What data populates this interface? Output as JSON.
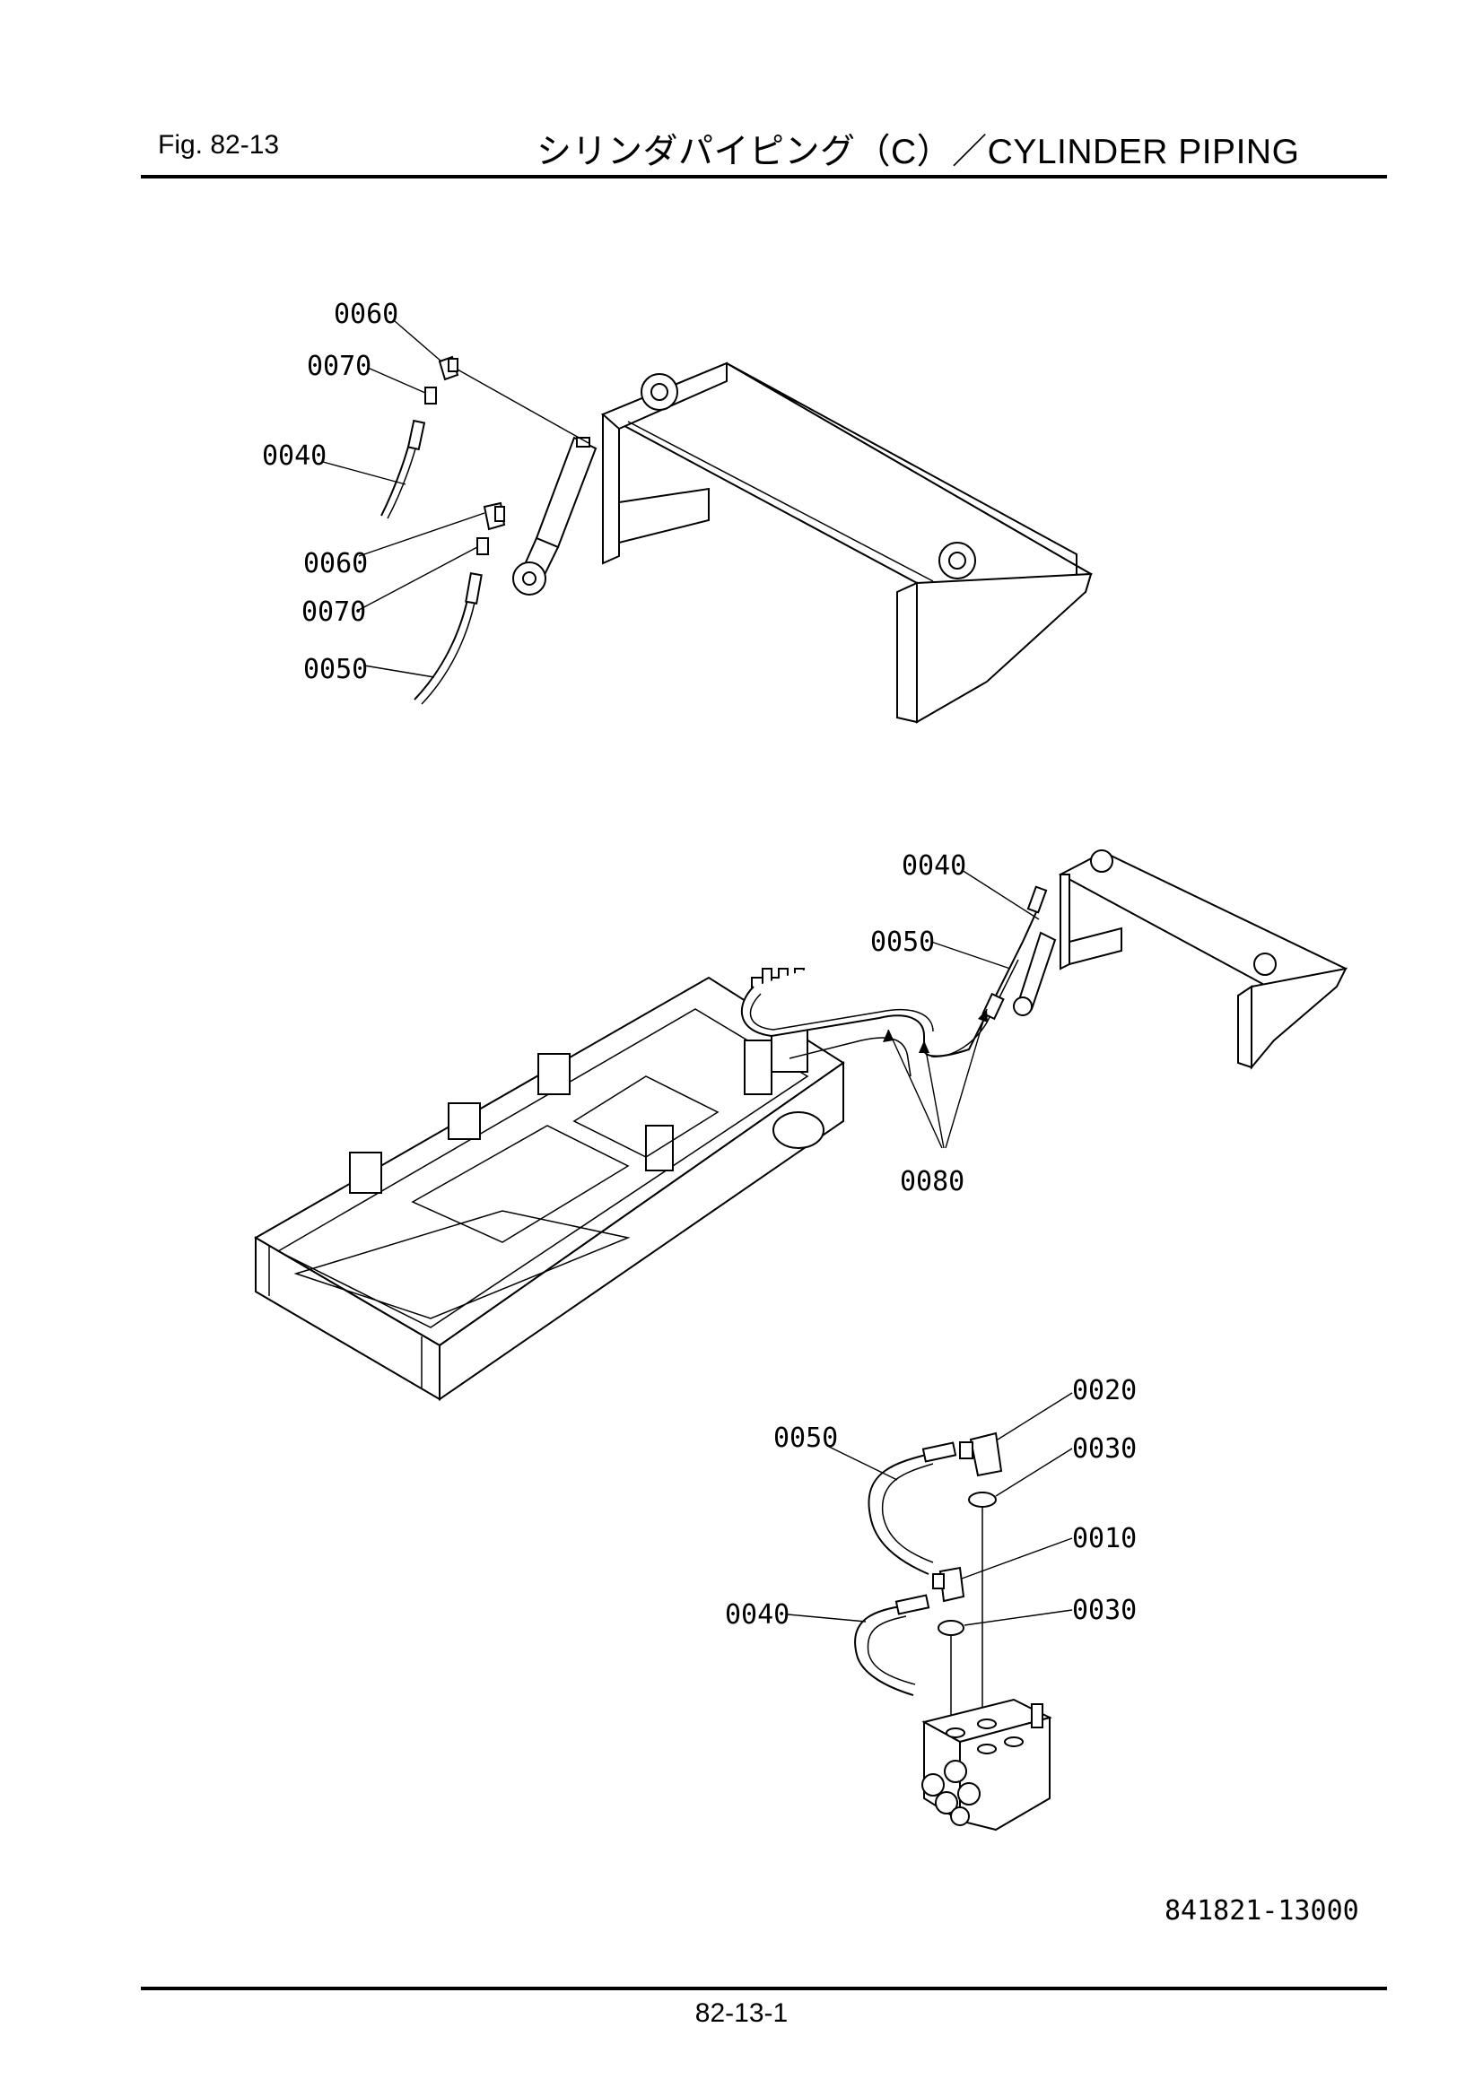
{
  "header": {
    "fig_label": "Fig.  82-13",
    "title": "シリンダパイピング（C）／CYLINDER PIPING"
  },
  "callouts": {
    "top": [
      "0060",
      "0070",
      "0040",
      "0060",
      "0070",
      "0050"
    ],
    "middle": [
      "0040",
      "0050",
      "0080"
    ],
    "bottom": [
      "0020",
      "0030",
      "0050",
      "0010",
      "0030",
      "0040"
    ]
  },
  "drawing_number": "841821-13000",
  "footer": {
    "page_number": "82-13-1"
  }
}
